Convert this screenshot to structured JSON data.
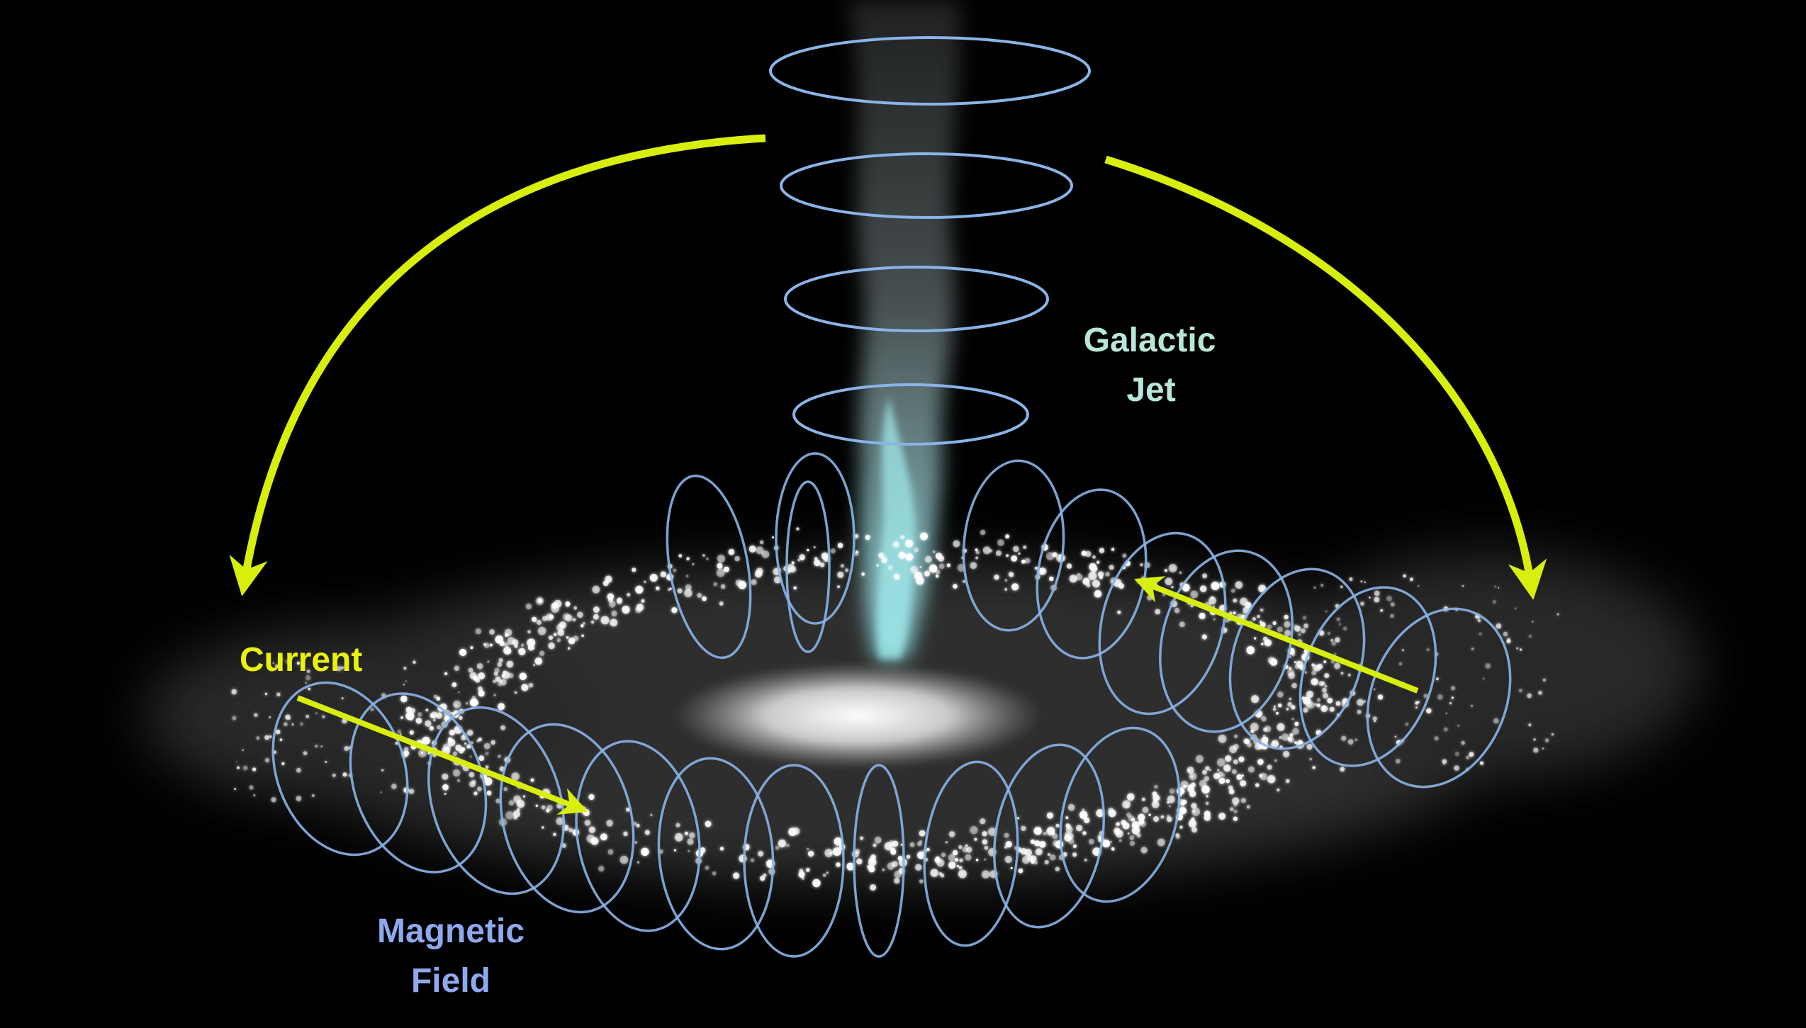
{
  "labels": {
    "jet_line1": "Galactic",
    "jet_line2": "Jet",
    "current": "Current",
    "field_line1": "Magnetic",
    "field_line2": "Field"
  },
  "colors": {
    "background": "#000000",
    "current_arrow": "#d8ef0e",
    "current_label": "#e8f20f",
    "field_loop": "#8ab4e8",
    "field_label": "#8ea9ee",
    "jet_label": "#b9e6da",
    "jet": "#9fe7ea",
    "stars": "#ffffff"
  }
}
